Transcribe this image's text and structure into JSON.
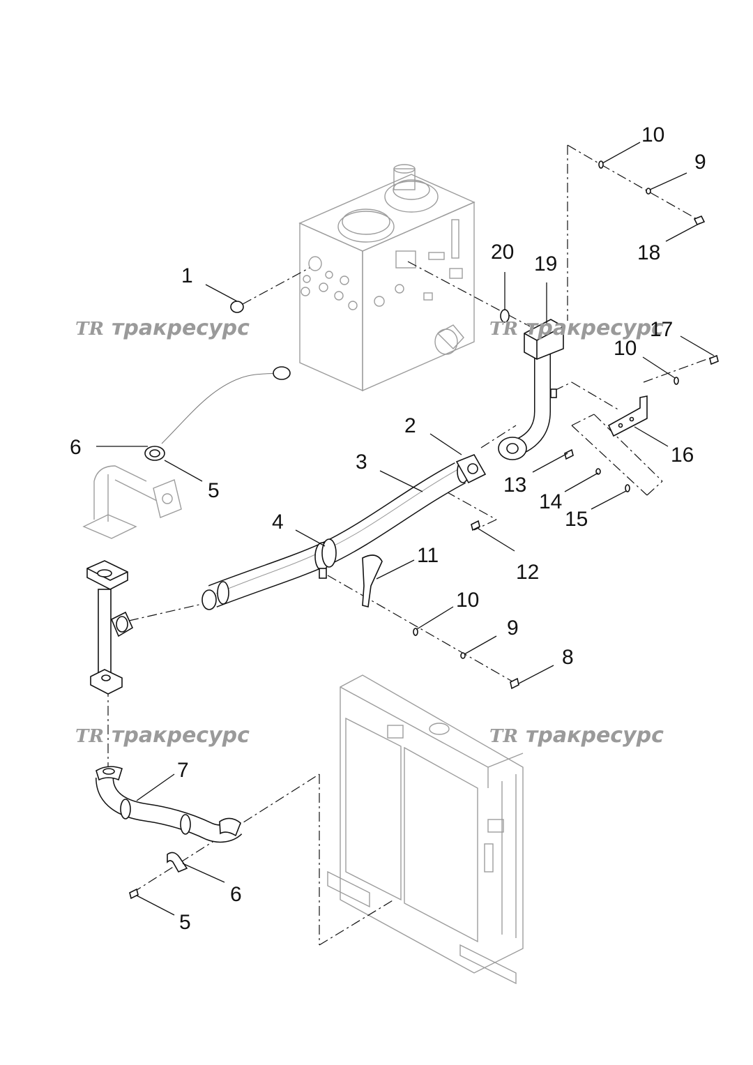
{
  "callouts": {
    "c1": "1",
    "c2": "2",
    "c3": "3",
    "c4": "4",
    "c5a": "5",
    "c5b": "5",
    "c6a": "6",
    "c6b": "6",
    "c7": "7",
    "c8": "8",
    "c9a": "9",
    "c9b": "9",
    "c10a": "10",
    "c10b": "10",
    "c10c": "10",
    "c11": "11",
    "c12": "12",
    "c13": "13",
    "c14": "14",
    "c15": "15",
    "c16": "16",
    "c17": "17",
    "c18": "18",
    "c19": "19",
    "c20": "20"
  },
  "watermark": {
    "logo": "TR",
    "text": "тракресурс",
    "color": "#9a9a9a"
  },
  "icons": [
    "hydraulic-tank",
    "radiator",
    "hose",
    "pipe",
    "bolt",
    "washer",
    "clamp",
    "bracket"
  ]
}
